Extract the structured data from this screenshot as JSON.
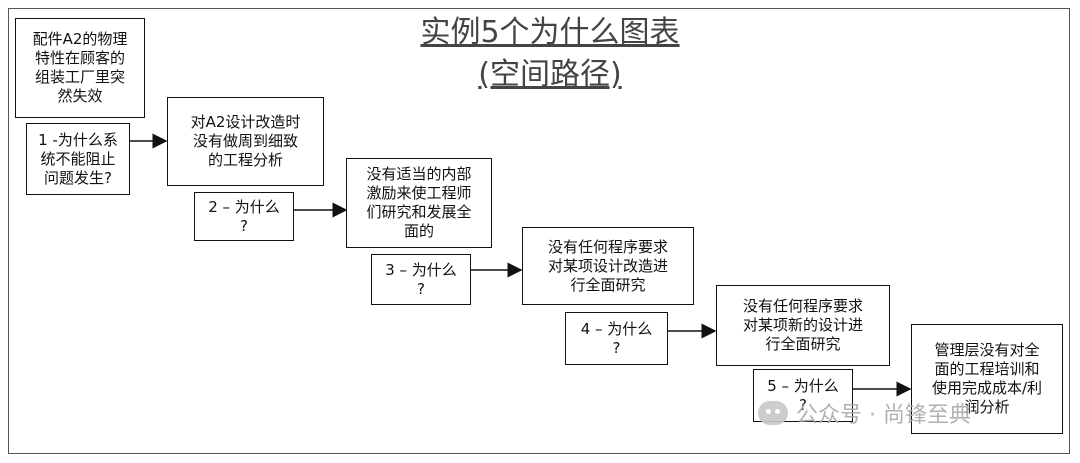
{
  "title": {
    "line1": "实例5个为什么图表",
    "line2": "(空间路径)"
  },
  "nodes": {
    "problem": {
      "l1": "配件A2的物理",
      "l2": "特性在顾客的",
      "l3": "组装工厂里突",
      "l4": "然失效"
    },
    "why1": {
      "l1": "1 -为什么系",
      "l2": "统不能阻止",
      "l3": "问题发生?"
    },
    "cause1": {
      "l1": "对A2设计改造时",
      "l2": "没有做周到细致",
      "l3": "的工程分析"
    },
    "why2": {
      "l1": "2 – 为什么",
      "l2": "?"
    },
    "cause2": {
      "l1": "没有适当的内部",
      "l2": "激励来使工程师",
      "l3": "们研究和发展全",
      "l4": "面的"
    },
    "why3": {
      "l1": "3 – 为什么",
      "l2": "?"
    },
    "cause3": {
      "l1": "没有任何程序要求",
      "l2": "对某项设计改造进",
      "l3": "行全面研究"
    },
    "why4": {
      "l1": "4 – 为什么",
      "l2": "?"
    },
    "cause4": {
      "l1": "没有任何程序要求",
      "l2": "对某项新的设计进",
      "l3": "行全面研究"
    },
    "why5": {
      "l1": "5 – 为什么",
      "l2": "?"
    },
    "cause5": {
      "l1": "管理层没有对全",
      "l2": "面的工程培训和",
      "l3": "使用完成成本/利",
      "l4": "润分析"
    }
  },
  "watermark": {
    "text": "公众号 · 尚锋至典",
    "icon": "wechat-icon"
  }
}
